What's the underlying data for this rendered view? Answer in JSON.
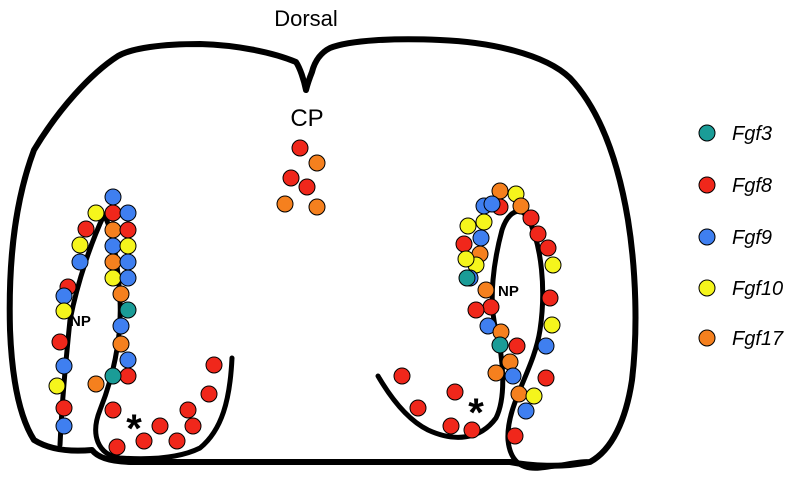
{
  "labels": {
    "dorsal": "Dorsal",
    "cp": "CP",
    "np_left": "NP",
    "np_right": "NP",
    "star_left": "*",
    "star_right": "*"
  },
  "legend": [
    {
      "id": "fgf3",
      "label": "Fgf3",
      "color": "#1a9c97"
    },
    {
      "id": "fgf8",
      "label": "Fgf8",
      "color": "#f0271b"
    },
    {
      "id": "fgf9",
      "label": "Fgf9",
      "color": "#3f7ff0"
    },
    {
      "id": "fgf10",
      "label": "Fgf10",
      "color": "#f5f51c"
    },
    {
      "id": "fgf17",
      "label": "Fgf17",
      "color": "#f5801e"
    }
  ]
}
